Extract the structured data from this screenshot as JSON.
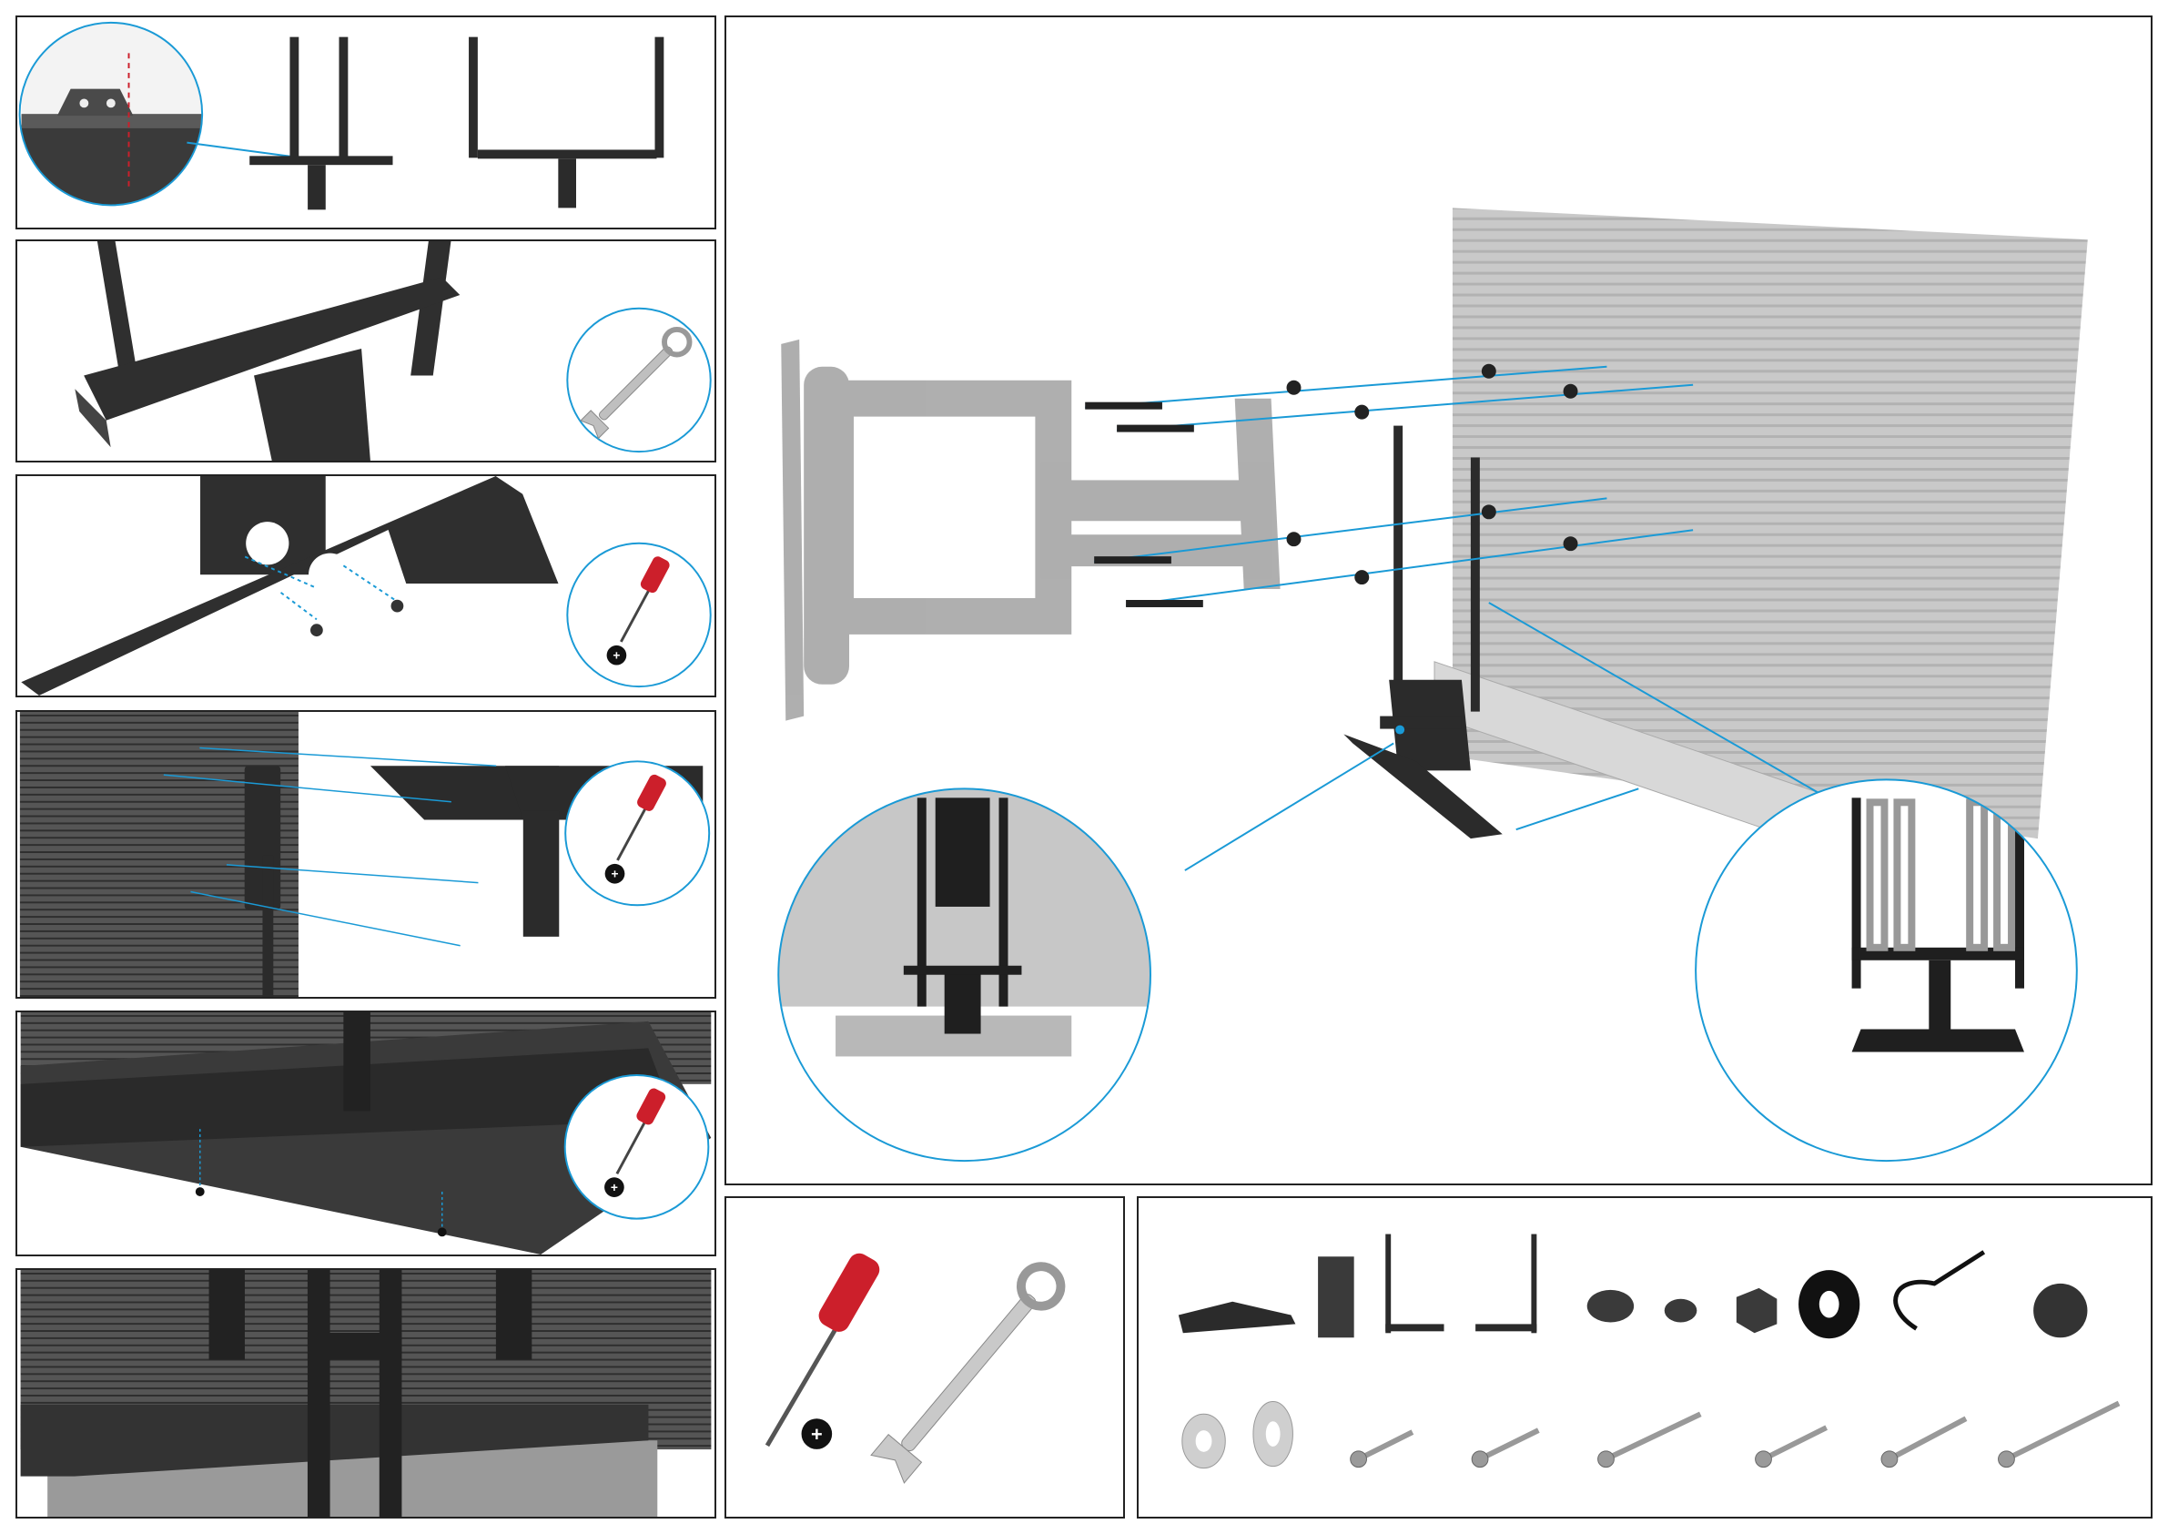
{
  "sheet": {
    "type": "wordless-assembly-instructions",
    "line_color": "#1a9ad6",
    "part_color": "#2b2b2b",
    "accent_color": "#cc1f2b"
  },
  "steps": [
    {
      "id": 1,
      "tool": null,
      "detail": "bracket-alignment-zoom"
    },
    {
      "id": 2,
      "tool": "wrench-icon"
    },
    {
      "id": 3,
      "tool": "phillips-screwdriver-icon"
    },
    {
      "id": 4,
      "tool": "phillips-screwdriver-icon"
    },
    {
      "id": 5,
      "tool": "phillips-screwdriver-icon"
    },
    {
      "id": 6,
      "tool": null
    }
  ],
  "tools": [
    "phillips-screwdriver-icon",
    "wrench-icon"
  ],
  "hardware": {
    "row1": [
      "base-plate",
      "slider-plate",
      "l-bracket-left",
      "l-bracket-right",
      "flat-screw",
      "small-screw",
      "lock-nut",
      "rubber-washer",
      "cable-tie",
      "spacer"
    ],
    "row2": [
      "washer-small",
      "washer-large",
      "bolt-short-1",
      "bolt-short-2",
      "bolt-long-1",
      "bolt-medium",
      "bolt-long-2",
      "bolt-long-3"
    ]
  }
}
